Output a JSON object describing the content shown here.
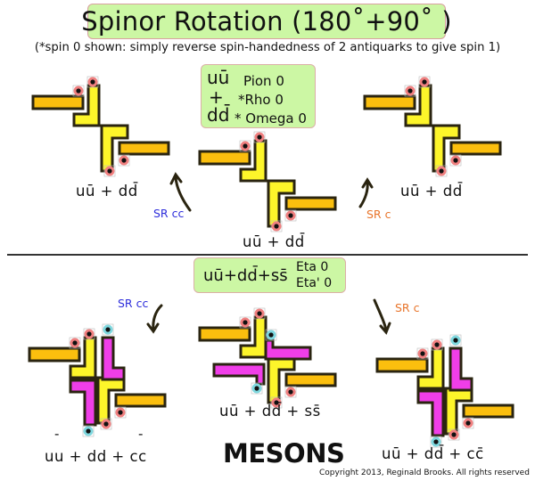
{
  "title": "Spinor Rotation (180˚+90˚ )",
  "subtitle": "(*spin 0 shown: simply reverse spin-handedness of 2 antiquarks to give spin 1)",
  "top_section": {
    "info_box": {
      "quark_line1": "uū",
      "quark_line2": "+",
      "quark_line3": "dd̄",
      "particles": [
        "Pion 0",
        "*Rho 0",
        "* Omega 0"
      ]
    },
    "diagrams": [
      {
        "label": "uū + dd̄",
        "rotation_label": "SR cc",
        "rotation_color": "#2d2ddb"
      },
      {
        "label": "uū + dd̄",
        "rotation_label": "",
        "rotation_color": ""
      },
      {
        "label": "uū + dd̄",
        "rotation_label": "SR c",
        "rotation_color": "#e8742a"
      }
    ]
  },
  "bottom_section": {
    "info_box": {
      "quarks": "uū+dd̄+ss̄",
      "particles": [
        "Eta 0",
        "Eta' 0"
      ]
    },
    "diagrams": [
      {
        "label": "uu + dd + cc",
        "overbar_marks": [
          "-",
          "-"
        ],
        "rotation_label": "SR cc",
        "rotation_color": "#2d2ddb"
      },
      {
        "label": "uū + dd̄ + ss̄",
        "rotation_label": "",
        "rotation_color": ""
      },
      {
        "label": "uū + dd̄ + cc̄",
        "rotation_label": "SR c",
        "rotation_color": "#e8742a"
      }
    ]
  },
  "footer": {
    "category": "MESONS",
    "copyright": "Copyright 2013, Reginald Brooks. All rights reserved"
  },
  "colors": {
    "quark_box_bg": "#ccf7a4",
    "orange_arm": "#fbbf0e",
    "yellow_arm": "#fdf52a",
    "magenta_arm": "#f03ee8",
    "outline": "#2a2410",
    "red_dot": "#f08080",
    "cyan_dot": "#7fd8df",
    "sr_cc": "#2d2ddb",
    "sr_c": "#e8742a"
  }
}
